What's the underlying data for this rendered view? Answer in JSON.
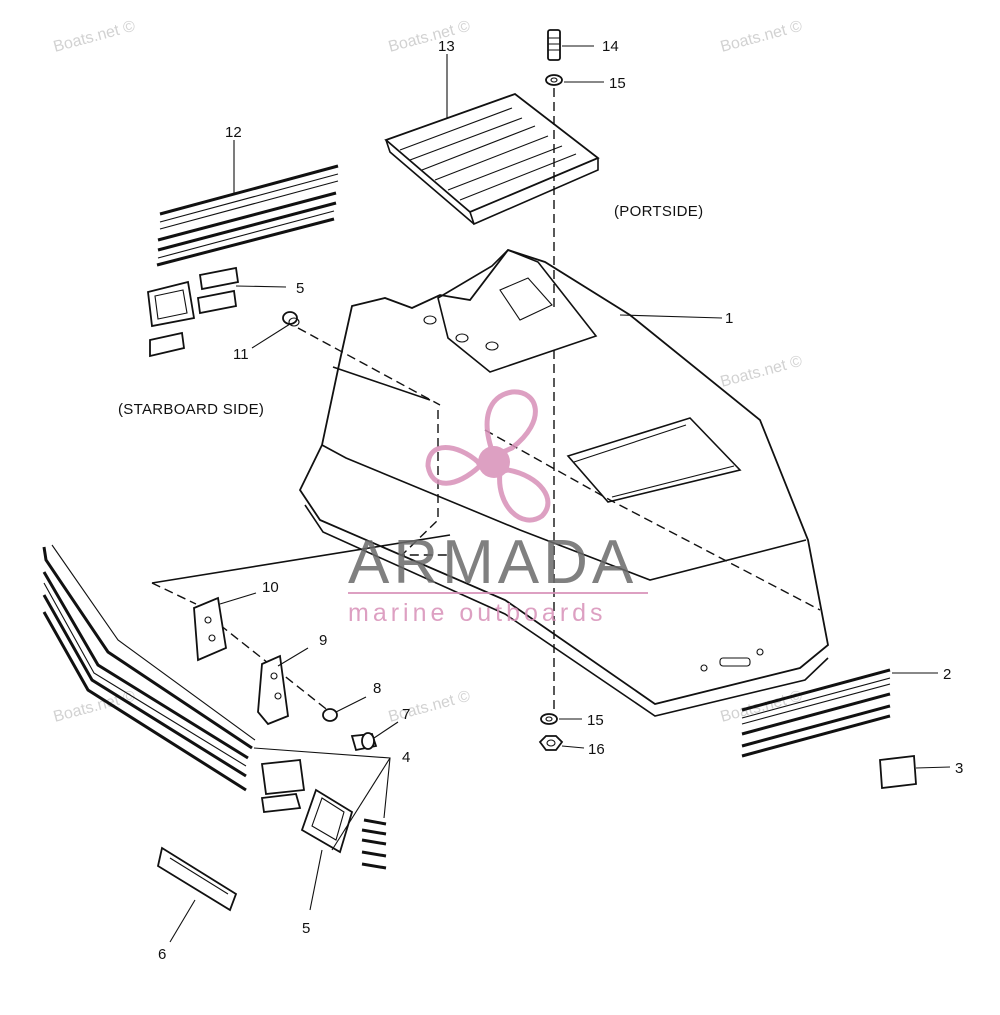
{
  "diagram": {
    "side_labels": {
      "portside": "(PORTSIDE)",
      "starboard": "(STARBOARD SIDE)"
    },
    "callouts": [
      {
        "id": "1",
        "text": "1"
      },
      {
        "id": "2",
        "text": "2"
      },
      {
        "id": "3",
        "text": "3"
      },
      {
        "id": "4",
        "text": "4"
      },
      {
        "id": "5a",
        "text": "5"
      },
      {
        "id": "5b",
        "text": "5"
      },
      {
        "id": "6",
        "text": "6"
      },
      {
        "id": "7",
        "text": "7"
      },
      {
        "id": "8",
        "text": "8"
      },
      {
        "id": "9",
        "text": "9"
      },
      {
        "id": "10",
        "text": "10"
      },
      {
        "id": "11",
        "text": "11"
      },
      {
        "id": "12",
        "text": "12"
      },
      {
        "id": "13",
        "text": "13"
      },
      {
        "id": "14",
        "text": "14"
      },
      {
        "id": "15a",
        "text": "15"
      },
      {
        "id": "15b",
        "text": "15"
      },
      {
        "id": "16",
        "text": "16"
      }
    ]
  },
  "watermark": {
    "site": "Boats.net ©",
    "brand": "ARMADA",
    "tagline": "marine outboards",
    "brand_color": "#6b6b6b",
    "accent_color": "#d890b8"
  }
}
